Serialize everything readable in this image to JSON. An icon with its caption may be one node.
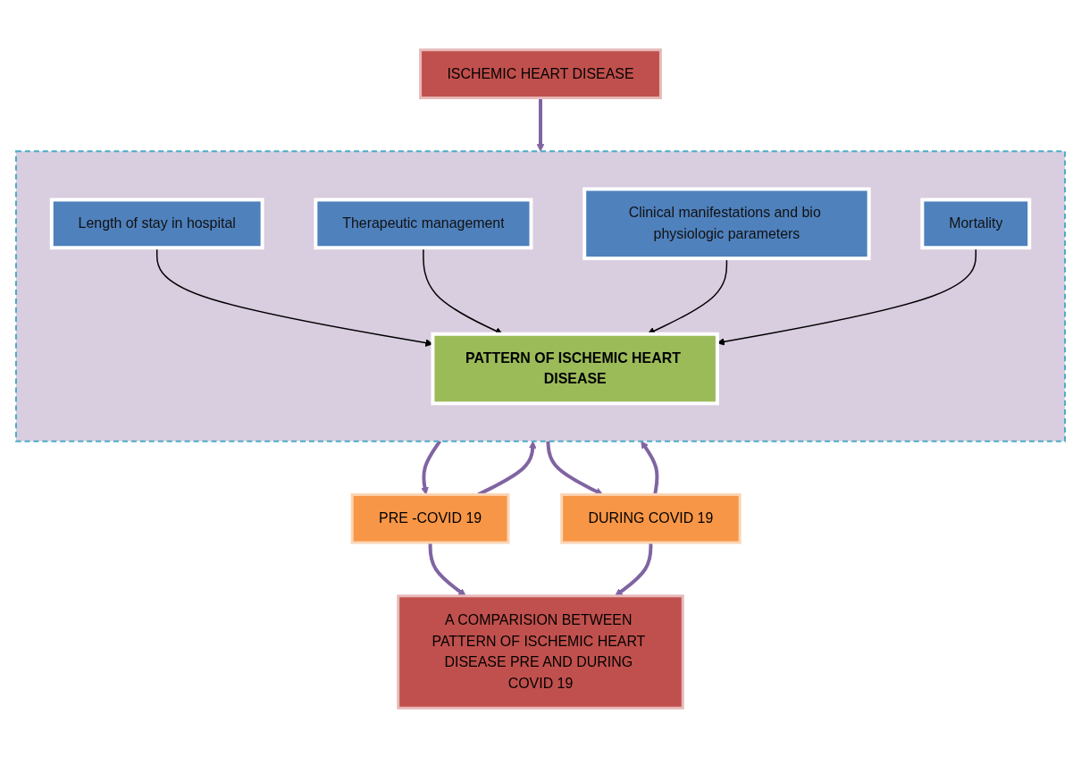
{
  "diagram": {
    "nodes": [
      {
        "text": [
          "ISCHEMIC HEART DISEASE"
        ]
      },
      {
        "text": [],
        "shape": "box"
      },
      {
        "text": [
          "Length of stay in hospital"
        ],
        "in": 1
      },
      {
        "text": [
          "Therapeutic management"
        ],
        "in": 1
      },
      {
        "text": [
          "PATTERN OF ISCHEMIC HEART DISEASE"
        ],
        "in": 1
      },
      {
        "text": [
          "Clinical manifestations and bio physiologic parameters"
        ],
        "in": 1
      },
      {
        "text": [
          "Mortality"
        ],
        "in": 1
      },
      {
        "text": [
          "PRE -COVID 19"
        ]
      },
      {
        "text": [
          "DURING COVID 19"
        ]
      },
      {
        "text": [
          "A COMPARISION BETWEEN PATTERN OF ISCHEMIC HEART DISEASE PRE AND DURING COVID 19"
        ]
      }
    ],
    "edges": [
      {
        "from": 0,
        "to": 1,
        "arrow": "to"
      },
      {
        "from": 2,
        "to": 4,
        "arrow": "to",
        "color": "#000000"
      },
      {
        "from": 3,
        "to": 4,
        "arrow": "to",
        "color": "#000000"
      },
      {
        "from": 5,
        "to": 4,
        "arrow": "to",
        "color": "#000000"
      },
      {
        "from": 6,
        "to": 4,
        "arrow": "to",
        "color": "#000000"
      },
      {
        "from": 1,
        "to": 7,
        "arrow": "to"
      },
      {
        "from": 7,
        "to": 1,
        "arrow": "to"
      },
      {
        "from": 1,
        "to": 8,
        "arrow": "to"
      },
      {
        "from": 8,
        "to": 1,
        "arrow": "to"
      },
      {
        "from": 7,
        "to": 9,
        "arrow": "to"
      },
      {
        "from": 8,
        "to": 9,
        "arrow": "to"
      }
    ]
  }
}
